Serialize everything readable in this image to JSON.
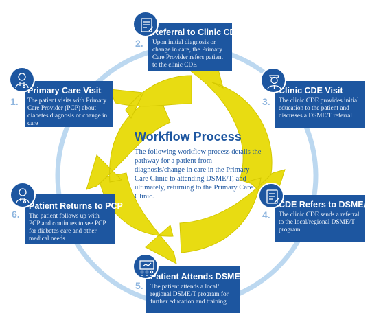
{
  "center": {
    "title": "Workflow Process",
    "text": "The following workflow process details the pathway for a patient from diagnosis/change in care in the Primary Care Clinic to attending DSME/T, and ultimately, returning to the Primary Care Clinic."
  },
  "steps": [
    {
      "number": "1.",
      "title": "Primary Care Visit",
      "description": "The patient visits with Primary Care Provider (PCP) about diabetes diagnosis or change in care",
      "icon": "doctor-icon"
    },
    {
      "number": "2.",
      "title": "Referral to Clinic CDE",
      "description": "Upon initial diagnosis or change in care, the Primary Care Provider refers patient to the clinic CDE",
      "icon": "referral-document-icon"
    },
    {
      "number": "3.",
      "title": "Clinic CDE Visit",
      "description": "The clinic CDE provides initial education to the patient and discusses a DSME/T referral",
      "icon": "nurse-icon"
    },
    {
      "number": "4.",
      "title": "CDE Refers to DSME/T",
      "description": "The clinic CDE sends a referral to the local/regional DSME/T program",
      "icon": "referral-document-icon"
    },
    {
      "number": "5.",
      "title": "Patient Attends DSME/T",
      "description": "The patient attends a local/ regional DSME/T program for further education and training",
      "icon": "classroom-icon"
    },
    {
      "number": "6.",
      "title": "Patient Returns to PCP",
      "description": "The patient follows up with PCP and continues to see PCP for diabetes care and other medical needs",
      "icon": "doctor-icon"
    }
  ],
  "colors": {
    "box": "#1d56a0",
    "arrow": "#e8dc12",
    "ring": "#bcd8f0",
    "number": "#8fb6df"
  }
}
